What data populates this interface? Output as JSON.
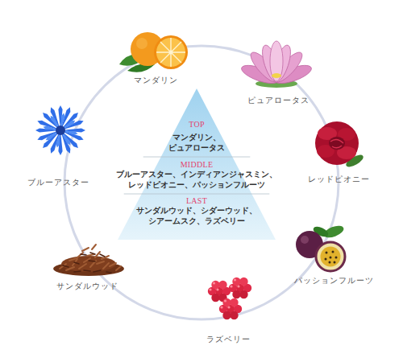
{
  "diagram": {
    "nodes": [
      {
        "text": [
          "TOP",
          "マンダリン、ピュアロータス",
          "MIDDLE",
          "ブルーアスター、インディアンジャスミン、レッドピオニー、パッションフルーツ",
          "LAST",
          "サンダルウッド、シダーウッド、シアームスク、ラズベリー"
        ]
      }
    ],
    "labels": [
      "マンダリン",
      "ピュアロータス",
      "レッドピオニー",
      "パッションフルーツ",
      "ラズベリー",
      "サンダルウッド",
      "ブルーアスター"
    ]
  }
}
